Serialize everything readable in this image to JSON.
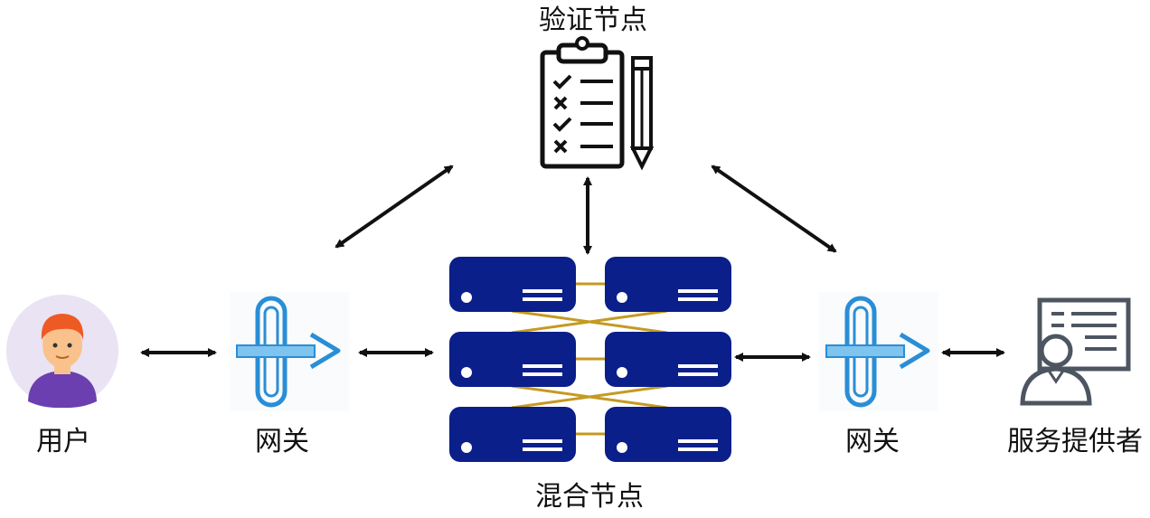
{
  "nodes": {
    "verifier": {
      "label": "验证节点",
      "icon": "clipboard-checklist-icon"
    },
    "user": {
      "label": "用户",
      "icon": "user-avatar-icon"
    },
    "gateway_left": {
      "label": "网关",
      "icon": "gateway-icon"
    },
    "mixnet": {
      "label": "混合节点",
      "icon": "server-icon"
    },
    "gateway_right": {
      "label": "网关",
      "icon": "gateway-icon"
    },
    "provider": {
      "label": "服务提供者",
      "icon": "provider-document-icon"
    }
  },
  "colors": {
    "server": "#0a1f8a",
    "server_link": "#c49a22",
    "gateway": "#2a8ed6",
    "gateway_arrow": "#7ec4ee",
    "avatar_bg": "#e9e3f3",
    "avatar_shirt": "#6b3fb0",
    "avatar_hair": "#ee5a24",
    "avatar_skin": "#f9c28c",
    "provider_icon": "#4d5561",
    "arrow": "#111111"
  }
}
